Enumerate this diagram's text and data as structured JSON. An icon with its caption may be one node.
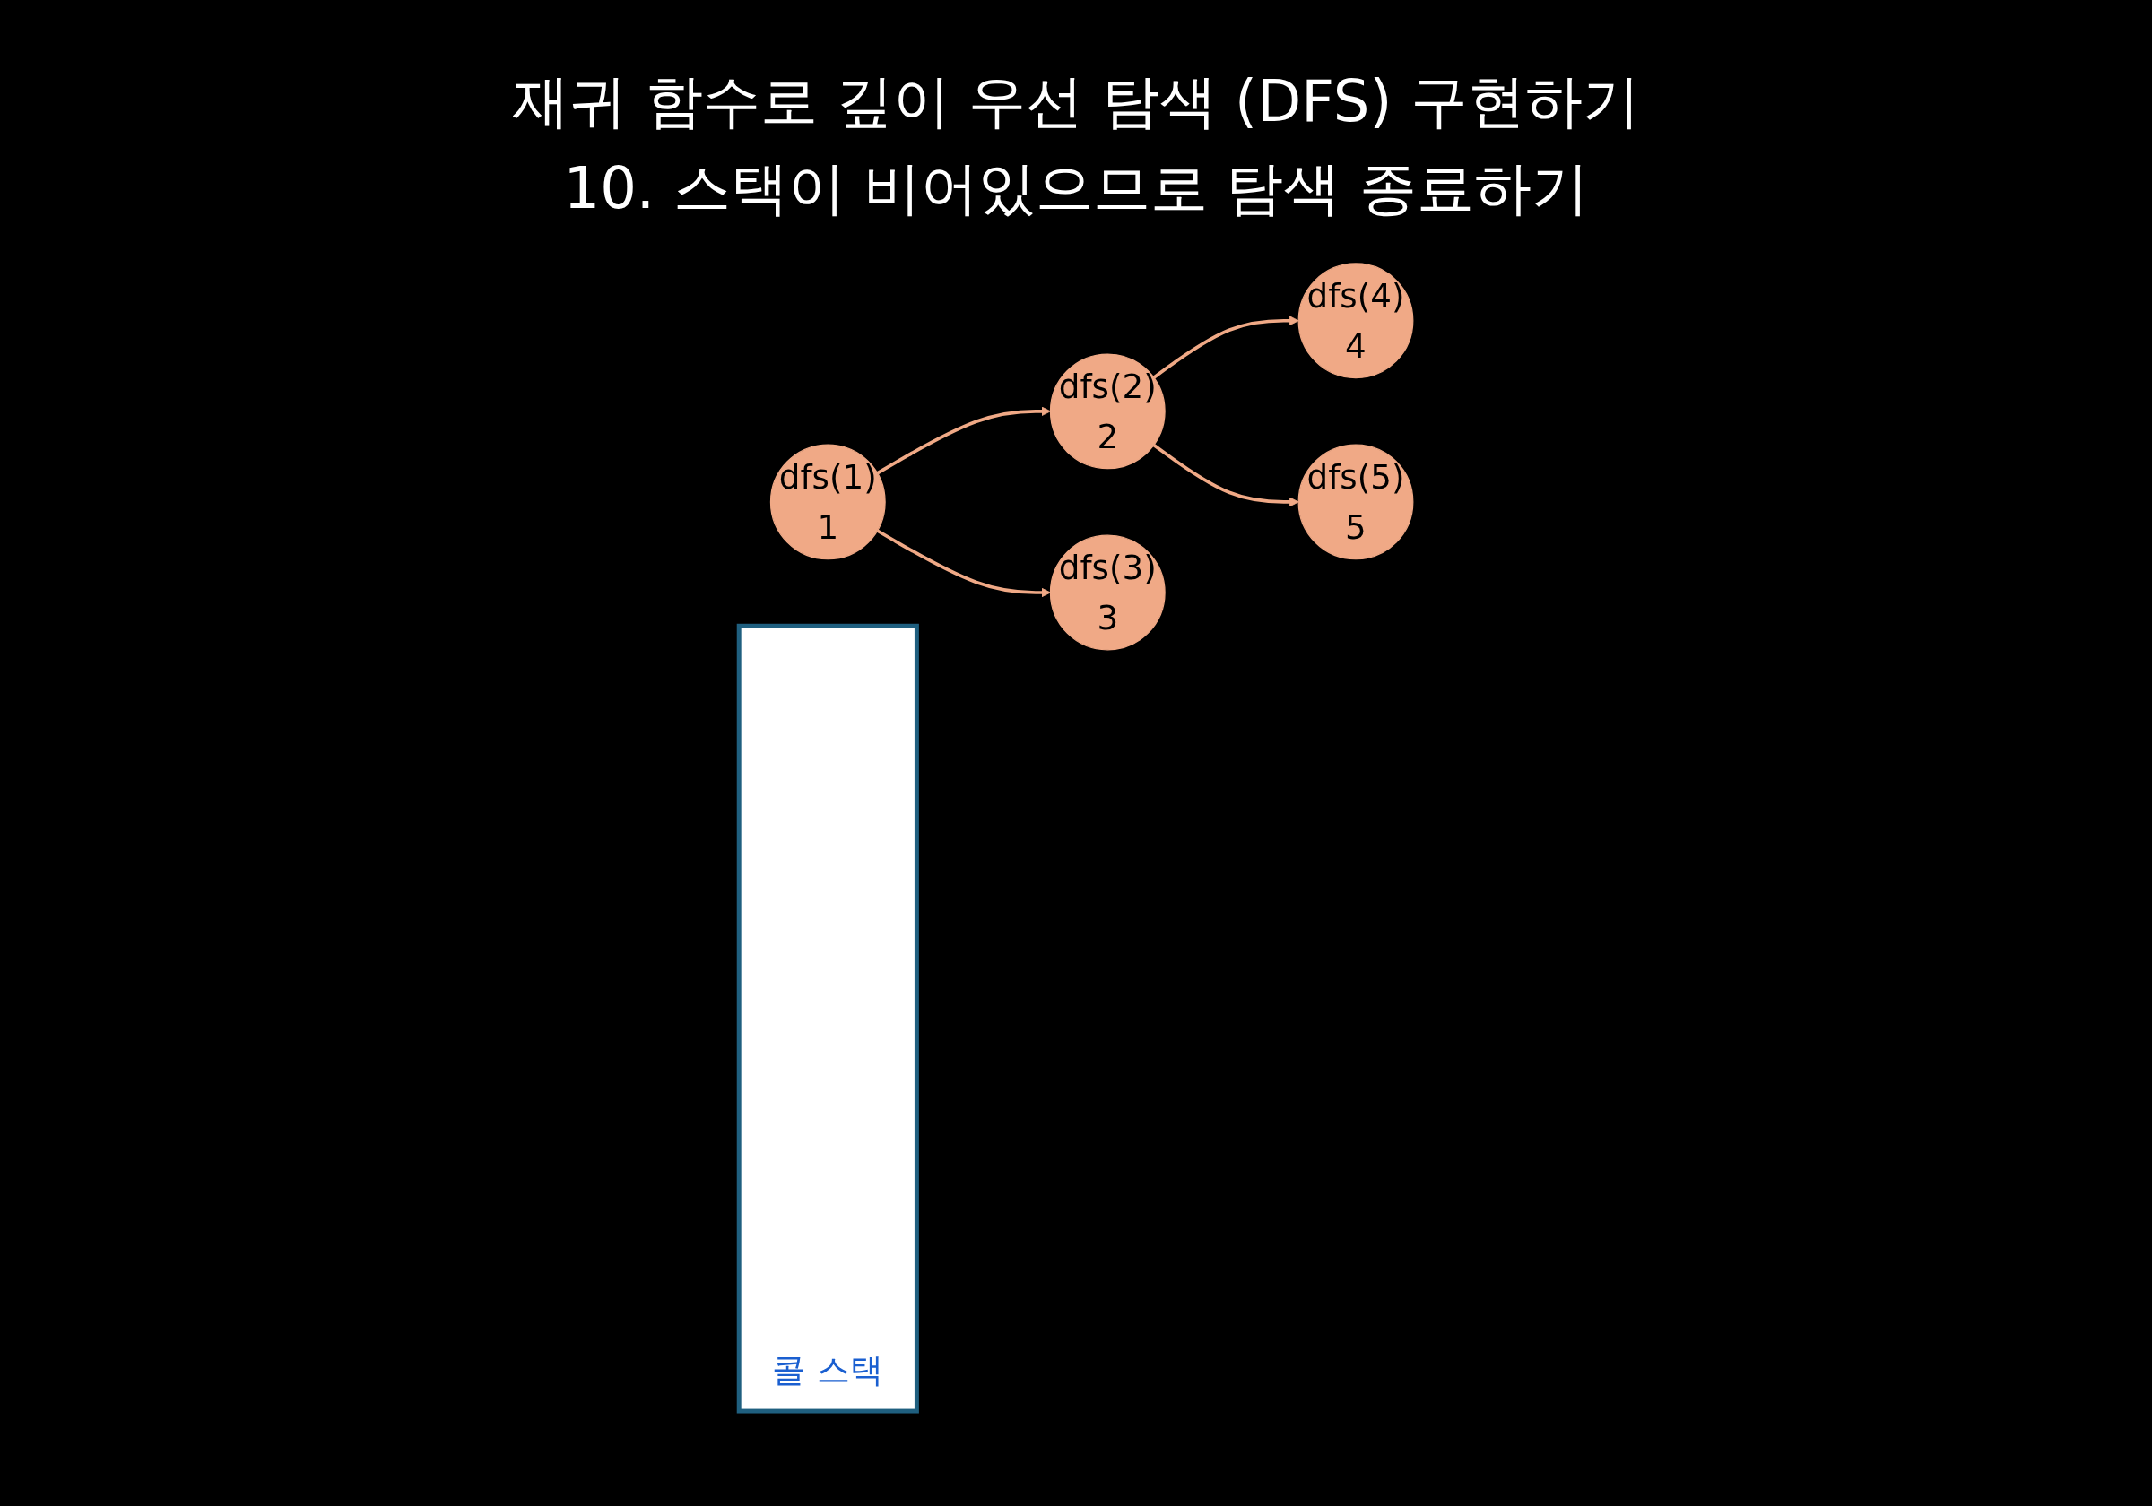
{
  "diagram": {
    "title": "재귀 함수로 깊이 우선 탐색 (DFS) 구현하기",
    "nodes": [
      {
        "text": [
          "dfs(1)",
          "1"
        ]
      },
      {
        "text": [
          "dfs(2)",
          "2"
        ]
      },
      {
        "text": [
          "dfs(3)",
          "3"
        ]
      },
      {
        "text": [
          "dfs(4)",
          "4"
        ]
      },
      {
        "text": [
          "dfs(5)",
          "5"
        ]
      },
      {
        "text": [
          "콜 스택"
        ]
      }
    ],
    "edges": [
      {
        "from": 0,
        "to": 1,
        "arrow": "to"
      },
      {
        "from": 1,
        "to": 3,
        "arrow": "to"
      },
      {
        "from": 1,
        "to": 4,
        "arrow": "to"
      },
      {
        "from": 0,
        "to": 2,
        "arrow": "to"
      }
    ],
    "labels": [
      "10. 스택이 비어있으므로 탐색 종료하기"
    ]
  }
}
